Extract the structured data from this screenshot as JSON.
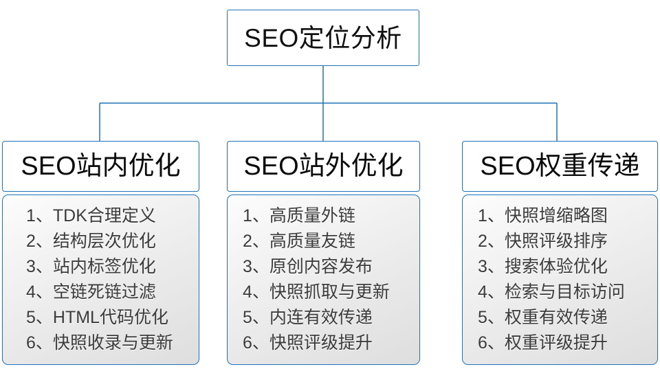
{
  "diagram": {
    "type": "org-tree",
    "accent_color": "#1f72b8",
    "background_color": "#ffffff",
    "text_color": "#0b0b0b",
    "list_text_color": "#3b3b3b",
    "root": {
      "title": "SEO定位分析"
    },
    "branches": [
      {
        "id": "seo-onsite",
        "title": "SEO站内优化",
        "items": [
          "1、TDK合理定义",
          "2、结构层次优化",
          "3、站内标签优化",
          "4、空链死链过滤",
          "5、HTML代码优化",
          "6、快照收录与更新"
        ]
      },
      {
        "id": "seo-offsite",
        "title": "SEO站外优化",
        "items": [
          "1、高质量外链",
          "2、高质量友链",
          "3、原创内容发布",
          "4、快照抓取与更新",
          "5、内连有效传递",
          "6、快照评级提升"
        ]
      },
      {
        "id": "seo-weight",
        "title": "SEO权重传递",
        "items": [
          "1、快照增缩略图",
          "2、快照评级排序",
          "3、搜索体验优化",
          "4、检索与目标访问",
          "5、权重有效传递",
          "6、权重评级提升"
        ]
      }
    ]
  }
}
